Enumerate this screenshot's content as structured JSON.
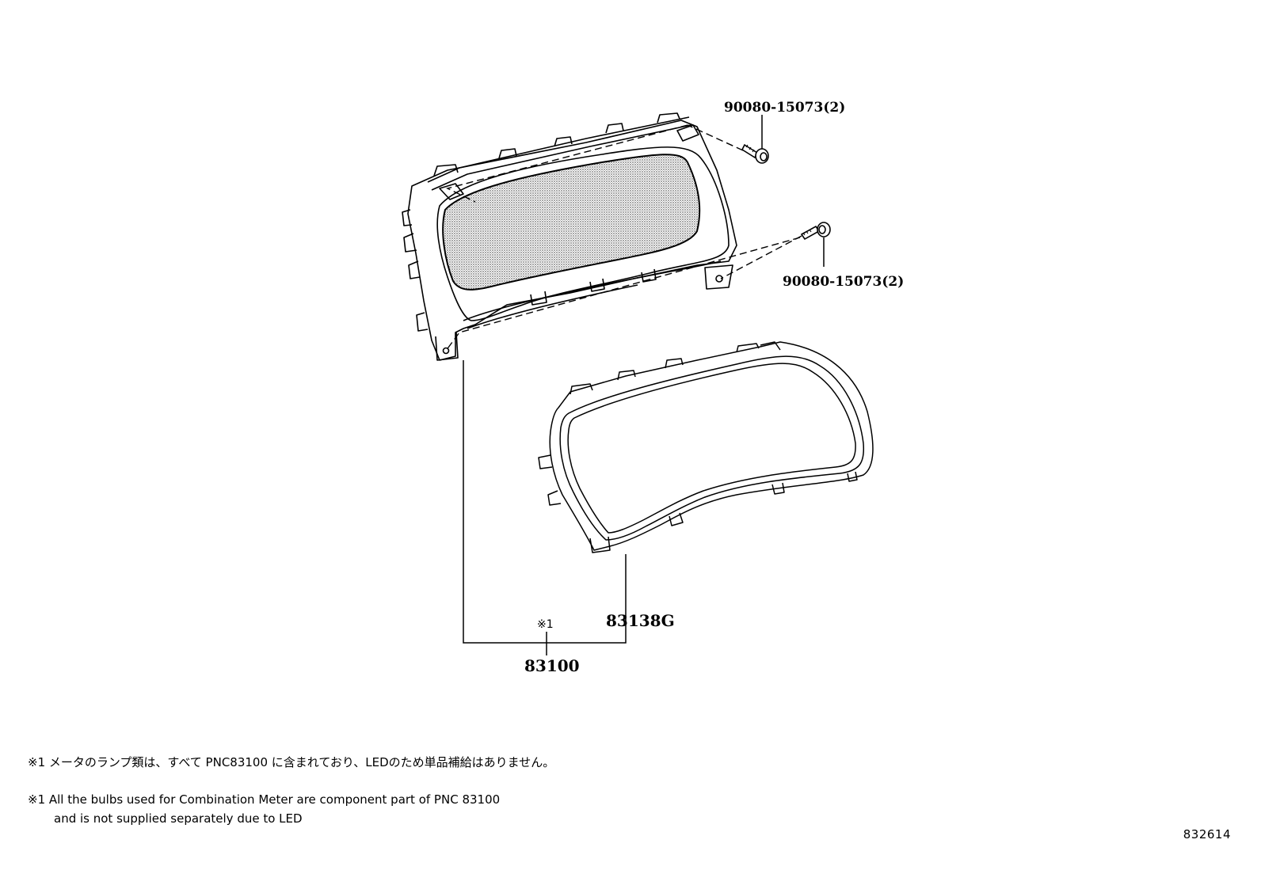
{
  "parts": {
    "screw_top": {
      "label": "90080-15073(2)"
    },
    "screw_side": {
      "label": "90080-15073(2)"
    },
    "glass": {
      "label": "83138G"
    },
    "meter_assembly": {
      "label": "83100",
      "ref_mark": "※1"
    }
  },
  "notes": {
    "japanese": "※1 メータのランプ類は、すべて PNC83100 に含まれており、LEDのため単品補給はありません。",
    "english_line1": "※1 All the bulbs used for Combination Meter are component part of PNC 83100",
    "english_line2": "and is not supplied separately due to LED"
  },
  "illustration_id": "832614"
}
